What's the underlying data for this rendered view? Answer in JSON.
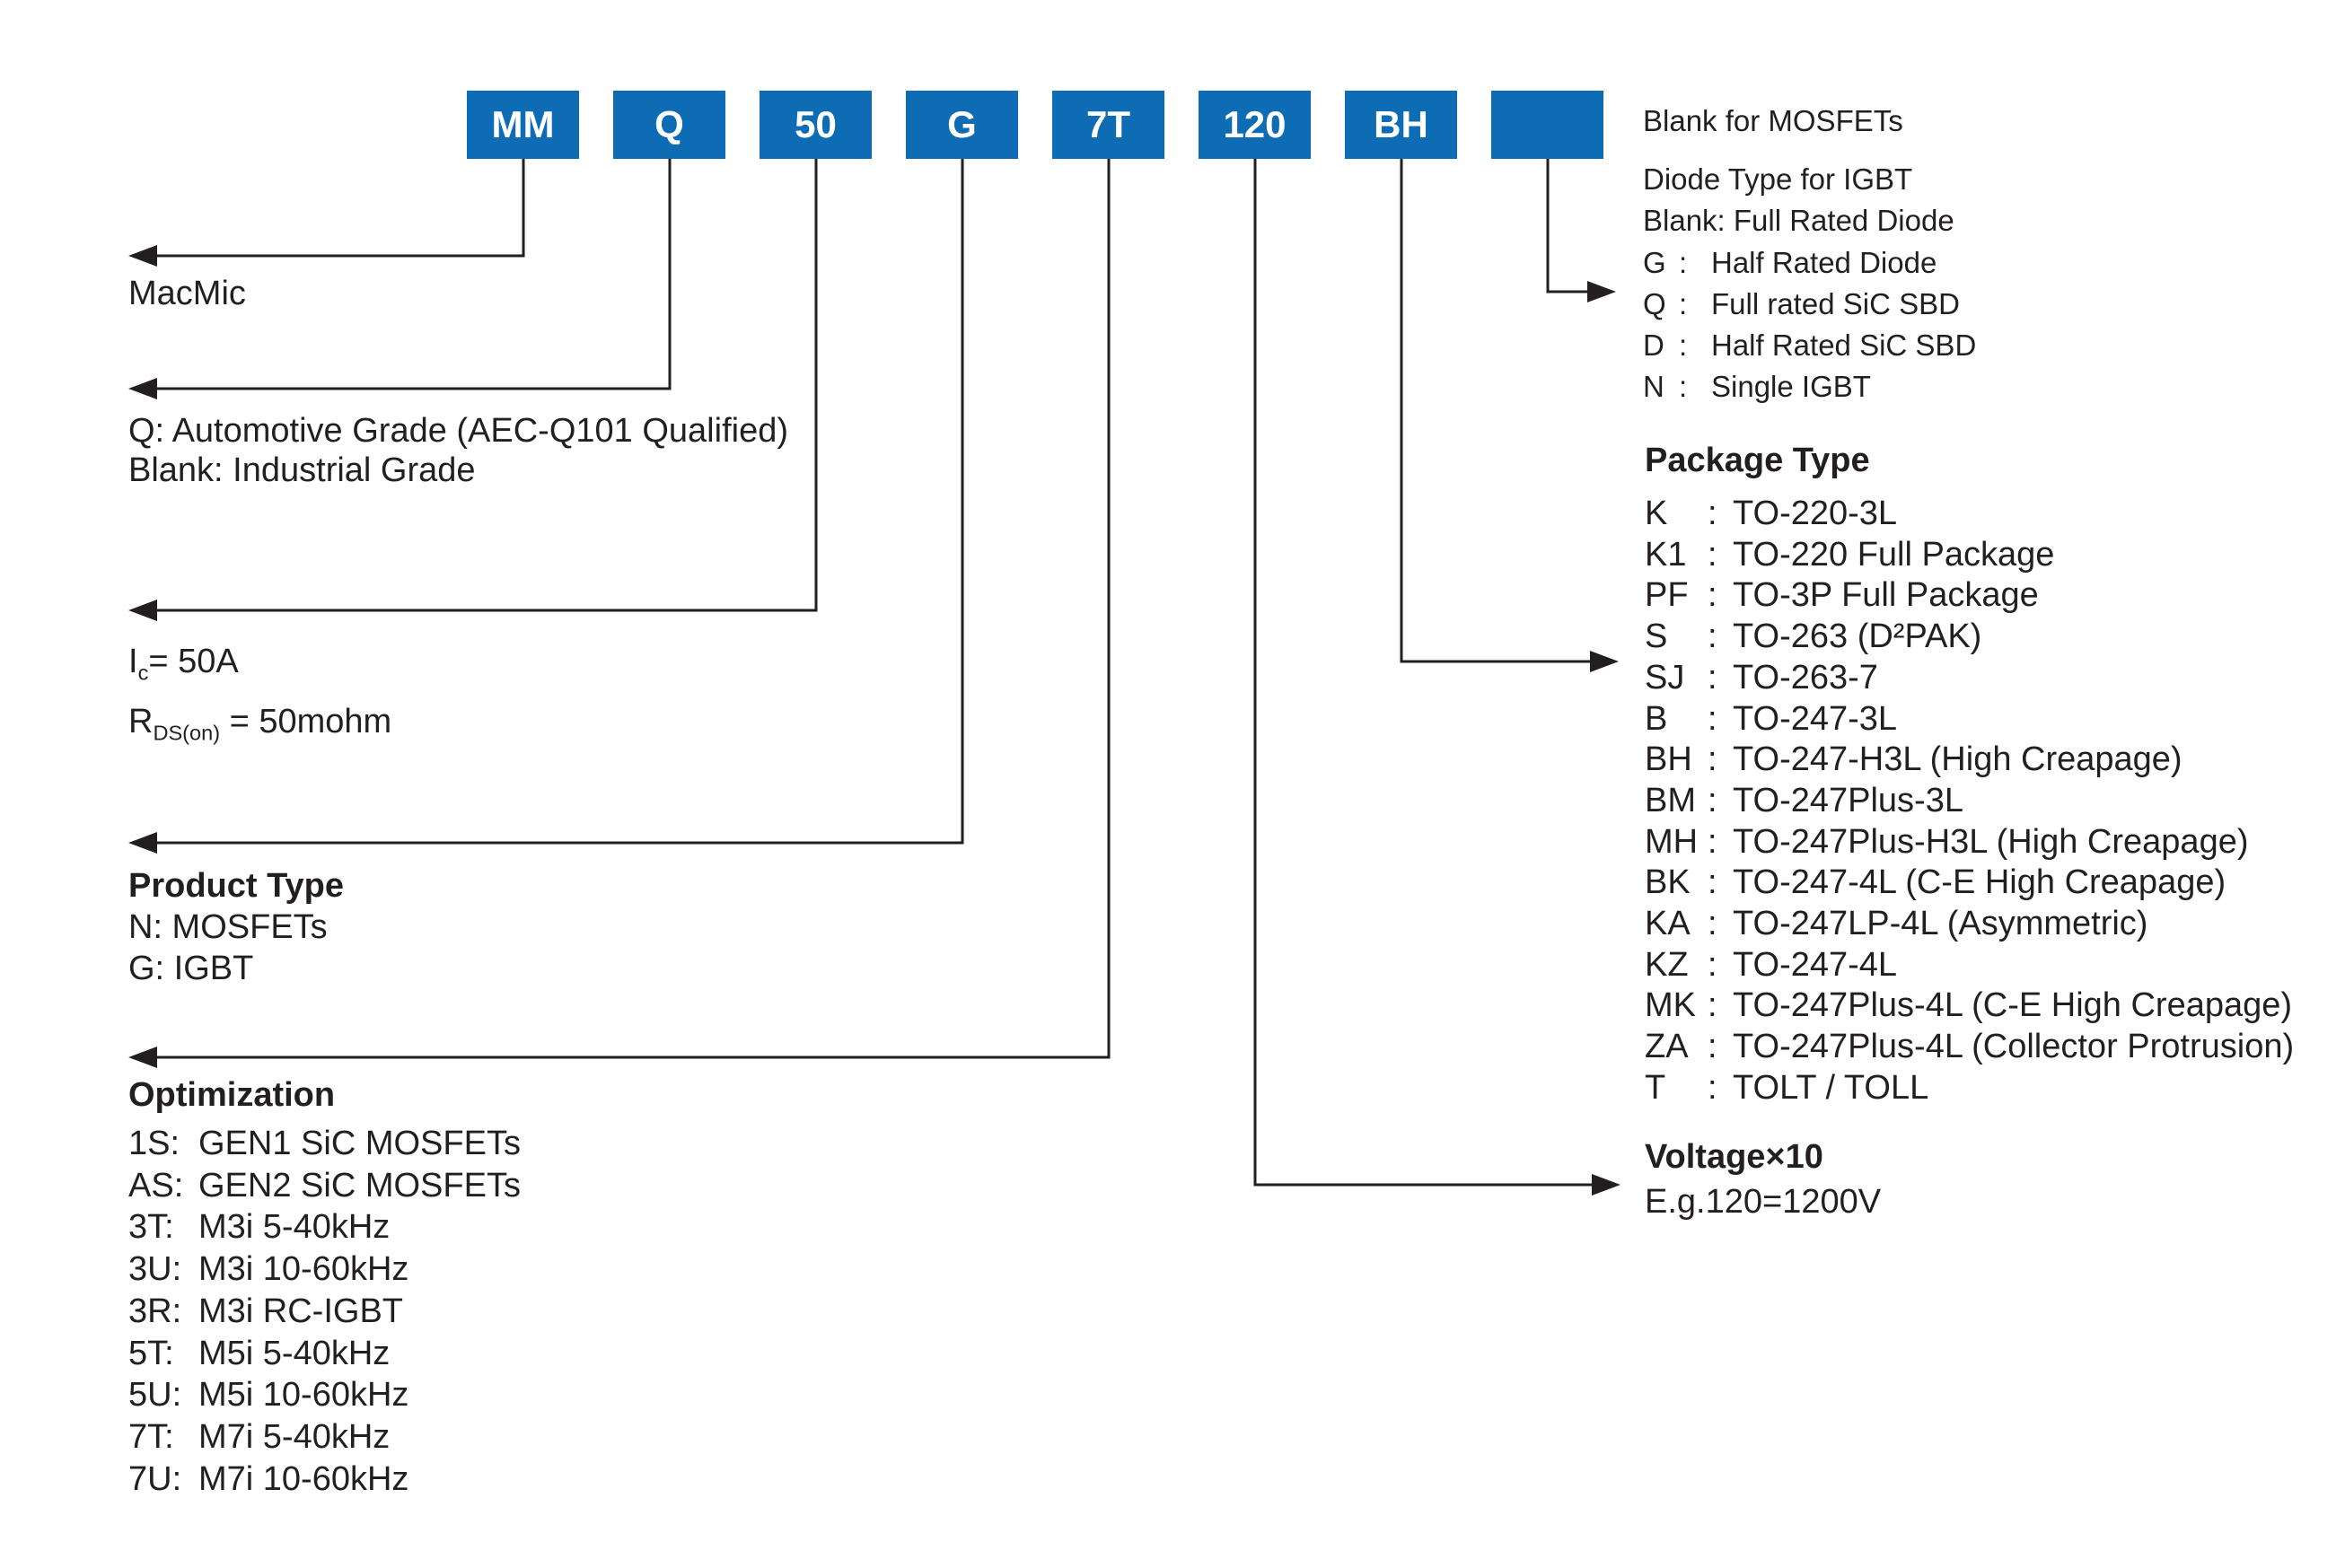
{
  "colors": {
    "box_blue": "#0e6cb5",
    "line_dark": "#231f20",
    "text_dark": "#231f20"
  },
  "boxes": [
    {
      "label": "MM"
    },
    {
      "label": "Q"
    },
    {
      "label": "50"
    },
    {
      "label": "G"
    },
    {
      "label": "7T"
    },
    {
      "label": "120"
    },
    {
      "label": "BH"
    },
    {
      "label": ""
    }
  ],
  "left": {
    "brand": {
      "label": "MacMic"
    },
    "grade": {
      "line1": "Q: Automotive Grade (AEC-Q101 Qualified)",
      "line2": "Blank: Industrial Grade"
    },
    "rating": {
      "ic": {
        "pre": "I",
        "sub": "c",
        "post": "= 50A"
      },
      "rds": {
        "pre": "R",
        "sub": "DS(on)",
        "post": " = 50mohm"
      }
    },
    "product_type": {
      "title": "Product Type",
      "items": [
        {
          "text": "N: MOSFETs"
        },
        {
          "text": "G: IGBT"
        }
      ]
    },
    "optimization": {
      "title": "Optimization",
      "items": [
        {
          "code": "1S:",
          "desc": "GEN1 SiC MOSFETs"
        },
        {
          "code": "AS:",
          "desc": "GEN2 SiC MOSFETs"
        },
        {
          "code": "3T:",
          "desc": "M3i 5-40kHz"
        },
        {
          "code": "3U:",
          "desc": "M3i 10-60kHz"
        },
        {
          "code": "3R:",
          "desc": "M3i RC-IGBT"
        },
        {
          "code": "5T:",
          "desc": "M5i 5-40kHz"
        },
        {
          "code": "5U:",
          "desc": "M5i 10-60kHz"
        },
        {
          "code": "7T:",
          "desc": "M7i 5-40kHz"
        },
        {
          "code": "7U:",
          "desc": "M7i 10-60kHz"
        }
      ]
    }
  },
  "right": {
    "mosfet_note": "Blank for MOSFETs",
    "diode_type": {
      "title": "Diode Type for IGBT",
      "blank_line": "Blank: Full Rated Diode",
      "colon": ":",
      "items": [
        {
          "code": "G",
          "desc": "Half Rated Diode"
        },
        {
          "code": "Q",
          "desc": "Full rated SiC SBD"
        },
        {
          "code": "D",
          "desc": "Half Rated SiC SBD"
        },
        {
          "code": "N",
          "desc": "Single IGBT"
        }
      ]
    },
    "package_type": {
      "title": "Package Type",
      "colon": ":",
      "items": [
        {
          "code": "K",
          "desc": "TO-220-3L"
        },
        {
          "code": "K1",
          "desc": "TO-220 Full Package"
        },
        {
          "code": "PF",
          "desc": "TO-3P Full Package"
        },
        {
          "code": "S",
          "desc": "TO-263 (D²PAK)"
        },
        {
          "code": "SJ",
          "desc": "TO-263-7"
        },
        {
          "code": "B",
          "desc": "TO-247-3L"
        },
        {
          "code": "BH",
          "desc": "TO-247-H3L (High Creapage)"
        },
        {
          "code": "BM",
          "desc": "TO-247Plus-3L"
        },
        {
          "code": "MH",
          "desc": "TO-247Plus-H3L (High Creapage)"
        },
        {
          "code": "BK",
          "desc": "TO-247-4L (C-E High Creapage)"
        },
        {
          "code": "KA",
          "desc": "TO-247LP-4L (Asymmetric)"
        },
        {
          "code": "KZ",
          "desc": "TO-247-4L"
        },
        {
          "code": "MK",
          "desc": "TO-247Plus-4L (C-E High Creapage)"
        },
        {
          "code": "ZA",
          "desc": "TO-247Plus-4L (Collector Protrusion)"
        },
        {
          "code": "T",
          "desc": "TOLT / TOLL"
        }
      ]
    },
    "voltage": {
      "title": "Voltage×10",
      "example": "E.g.120=1200V"
    }
  }
}
